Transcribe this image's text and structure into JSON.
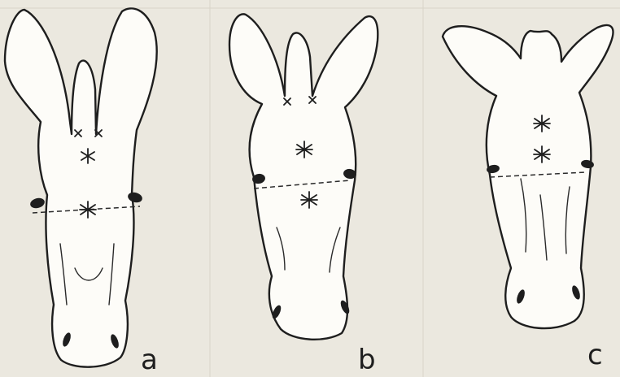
{
  "figure": {
    "panels": [
      {
        "id": "a",
        "label": "a"
      },
      {
        "id": "b",
        "label": "b"
      },
      {
        "id": "c",
        "label": "c"
      }
    ],
    "colors": {
      "background": "#ebe8df",
      "head_fill": "#fdfcf8",
      "ink": "#1e1e1e"
    }
  }
}
